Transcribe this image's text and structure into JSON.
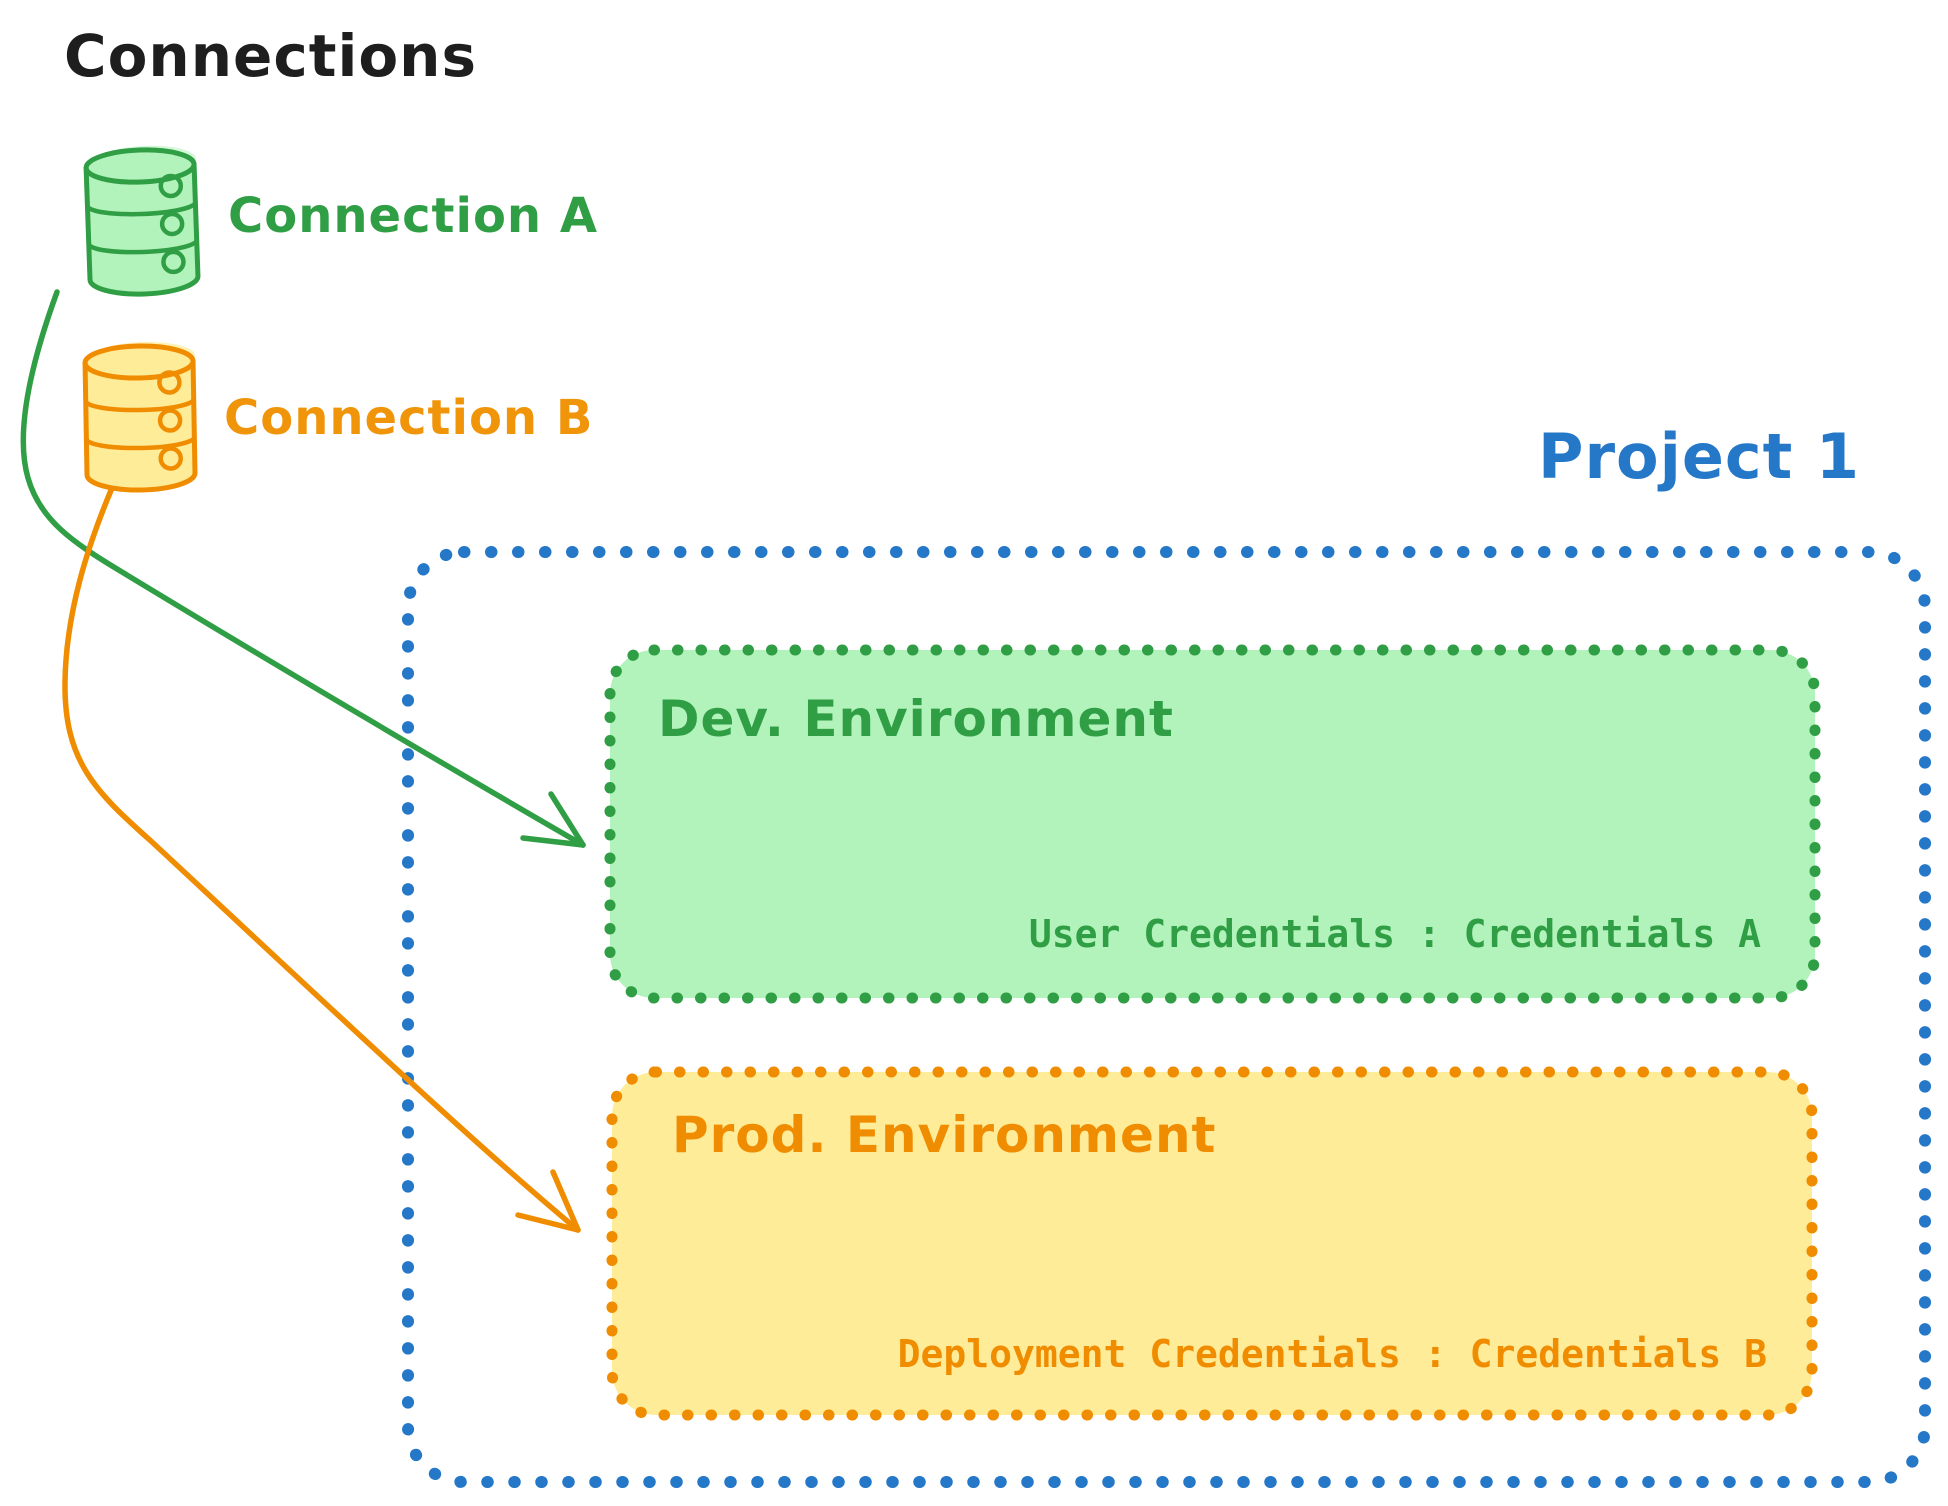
{
  "diagram": {
    "heading": "Connections",
    "connections": [
      {
        "label": "Connection A",
        "icon": "database-icon",
        "color": "#2f9e44",
        "fill": "#b2f2bb"
      },
      {
        "label": "Connection B",
        "icon": "database-icon",
        "color": "#f08c00",
        "fill": "#ffec99"
      }
    ],
    "project": {
      "title": "Project 1",
      "border_color": "#2577c8",
      "environments": [
        {
          "name": "Dev. Environment",
          "credentials_label": "User Credentials : Credentials A",
          "color": "#2f9e44",
          "fill": "#b2f2bb"
        },
        {
          "name": "Prod. Environment",
          "credentials_label": "Deployment Credentials : Credentials B",
          "color": "#f08c00",
          "fill": "#ffec99"
        }
      ]
    },
    "arrows": [
      {
        "from": "Connection A",
        "to": "Dev. Environment",
        "color": "#2f9e44"
      },
      {
        "from": "Connection B",
        "to": "Prod. Environment",
        "color": "#f08c00"
      }
    ]
  }
}
